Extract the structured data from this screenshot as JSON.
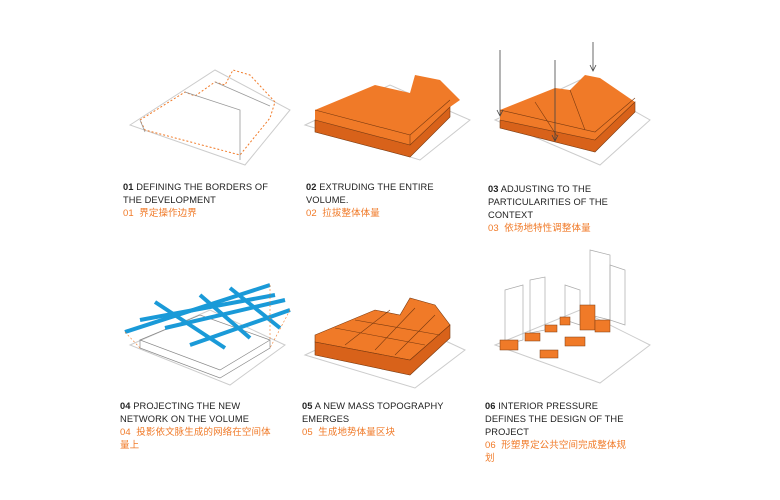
{
  "colors": {
    "accent": "#f07a28",
    "mass": "#f07a28",
    "network": "#1a9ad8",
    "line": "#999999"
  },
  "steps": [
    {
      "num": "01",
      "title": "DEFINING THE BORDERS OF THE DEVELOPMENT",
      "zh_num": "01",
      "zh": "界定操作边界"
    },
    {
      "num": "02",
      "title": "EXTRUDING THE ENTIRE VOLUME.",
      "zh_num": "02",
      "zh": "拉拔整体体量"
    },
    {
      "num": "03",
      "title": "ADJUSTING TO THE PARTICULARITIES OF THE CONTEXT",
      "zh_num": "03",
      "zh": "依场地特性调整体量"
    },
    {
      "num": "04",
      "title": "PROJECTING THE NEW NETWORK ON THE VOLUME",
      "zh_num": "04",
      "zh": "投影依文脉生成的网络在空间体量上"
    },
    {
      "num": "05",
      "title": "A NEW MASS TOPOGRAPHY EMERGES",
      "zh_num": "05",
      "zh": "生成地势体量区块"
    },
    {
      "num": "06",
      "title": "INTERIOR PRESSURE DEFINES THE DESIGN OF THE PROJECT",
      "zh_num": "06",
      "zh": "形塑界定公共空间完成整体规划"
    }
  ]
}
